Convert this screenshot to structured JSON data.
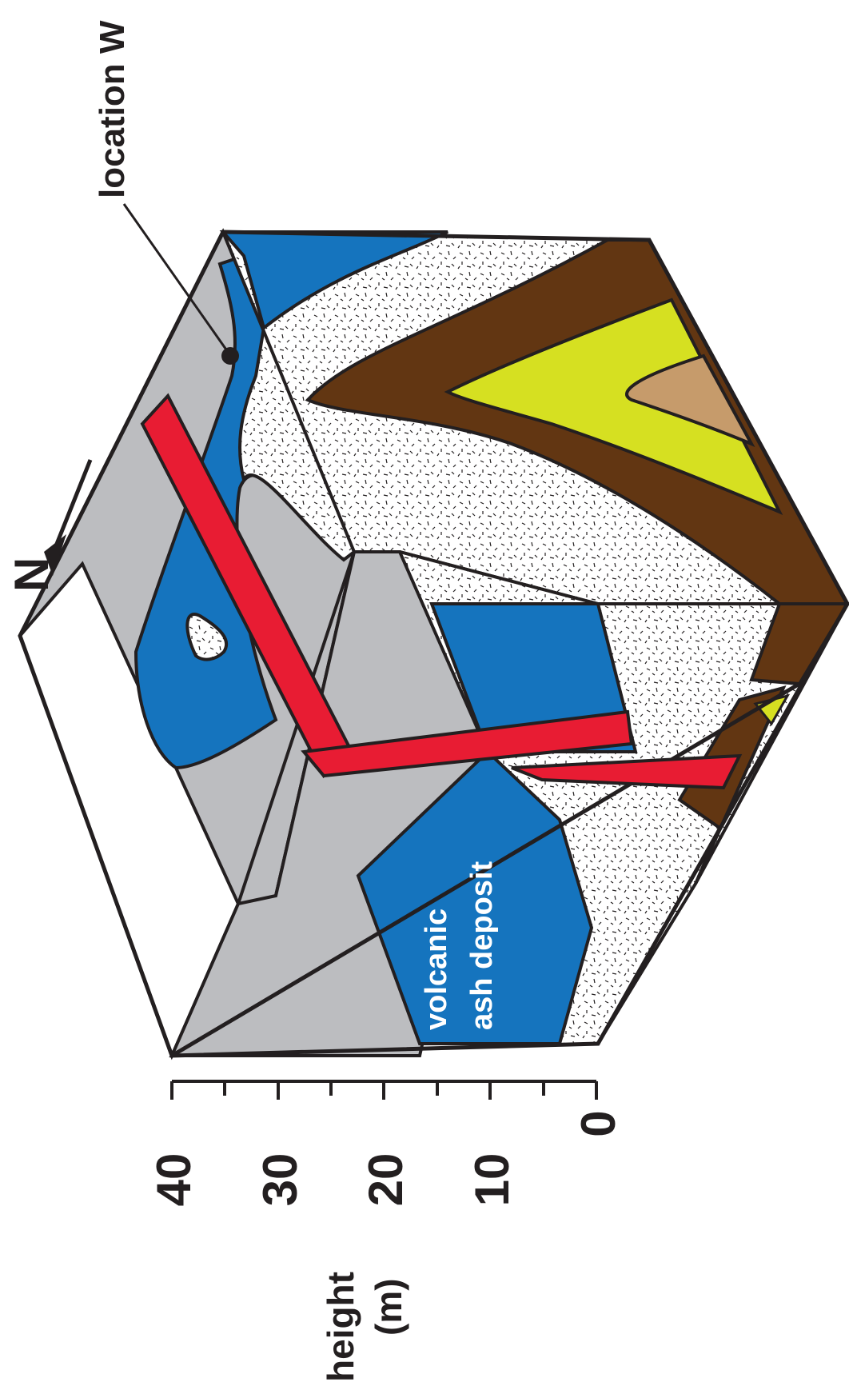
{
  "labels": {
    "location": "location W",
    "ash_deposit_line1": "volcanic",
    "ash_deposit_line2": "ash deposit",
    "axis_title_line1": "height",
    "axis_title_line2": "(m)",
    "north": "N"
  },
  "scale": {
    "ticks": [
      "40",
      "30",
      "20",
      "10",
      "0"
    ]
  },
  "colors": {
    "gray": "#bcbdc0",
    "blue": "#1574be",
    "red": "#e81c33",
    "brown": "#623612",
    "yellow": "#d6e021",
    "tan": "#c69b6b",
    "white": "#ffffff",
    "outline": "#231f20"
  }
}
